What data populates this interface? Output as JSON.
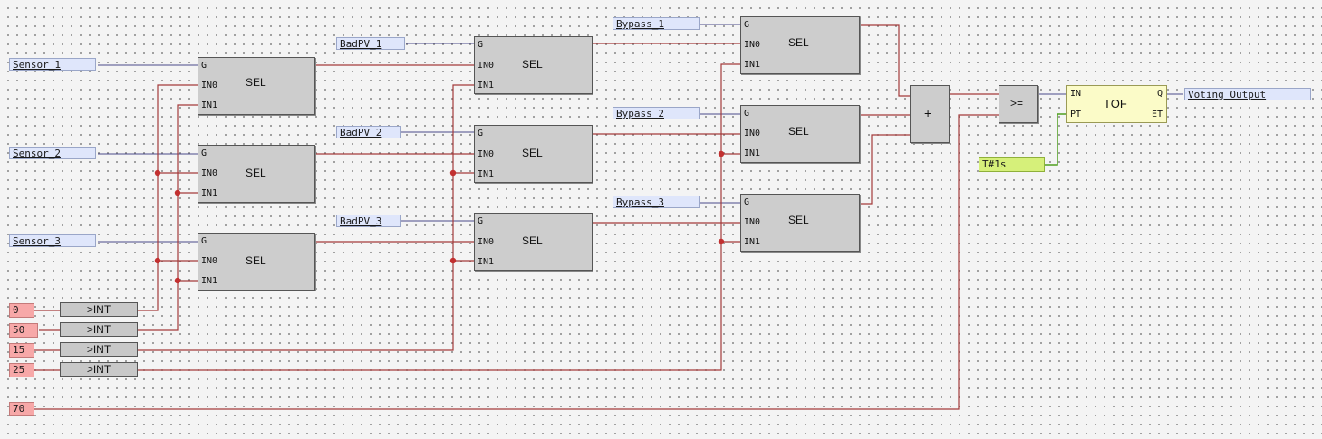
{
  "variables": {
    "sensor_1": "Sensor_1",
    "sensor_2": "Sensor_2",
    "sensor_3": "Sensor_3",
    "badpv_1": "BadPV_1",
    "badpv_2": "BadPV_2",
    "badpv_3": "BadPV_3",
    "bypass_1": "Bypass_1",
    "bypass_2": "Bypass_2",
    "bypass_3": "Bypass_3",
    "voting_output": "Voting_Output"
  },
  "constants": {
    "c0": "0",
    "c50": "50",
    "c15": "15",
    "c25": "25",
    "c70": "70",
    "time": "T#1s"
  },
  "blocks": {
    "sel_name": "SEL",
    "pin_g": "G",
    "pin_in0": "IN0",
    "pin_in1": "IN1",
    "conv_name": ">INT",
    "add_name": "+",
    "ge_name": ">=",
    "tof_name": "TOF",
    "tof_in": "IN",
    "tof_pt": "PT",
    "tof_q": "Q",
    "tof_et": "ET"
  },
  "colors": {
    "wire_int": "#a33a3a",
    "wire_bool": "#4a4a8a",
    "wire_time": "#4e9e1e"
  }
}
